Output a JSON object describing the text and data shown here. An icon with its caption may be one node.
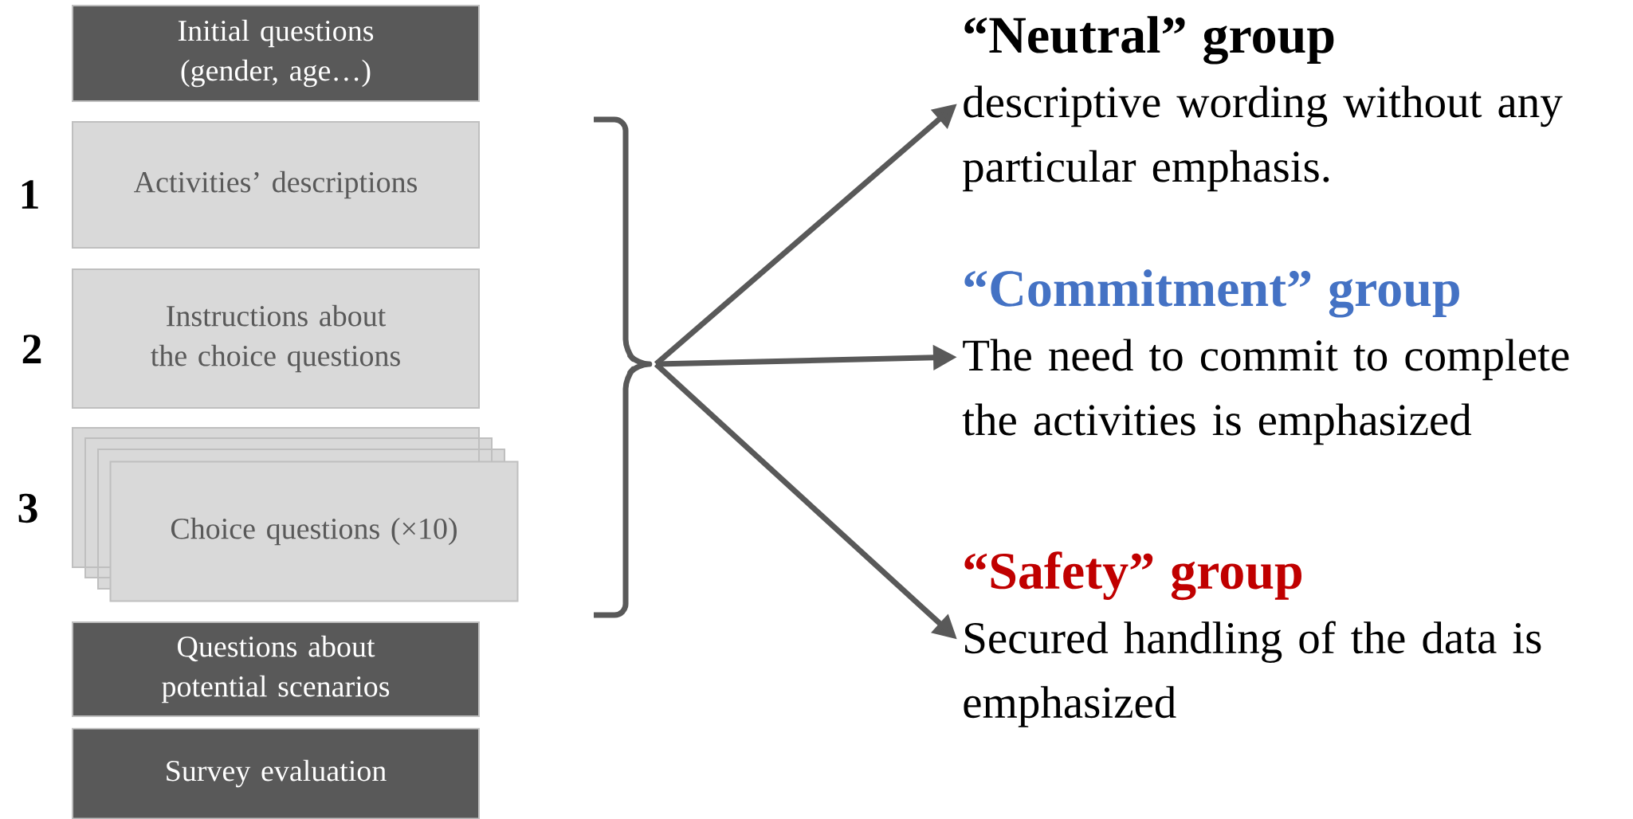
{
  "diagram": {
    "nodes": [
      {
        "text": [
          "Initial questions (gender, age…)"
        ]
      },
      {
        "text": [
          "Activities’ descriptions"
        ]
      },
      {
        "text": [
          "Instructions about the choice questions"
        ]
      },
      {
        "text": [
          "Choice questions (×10)"
        ]
      },
      {
        "text": [
          "Questions about potential scenarios"
        ]
      },
      {
        "text": [
          "Survey evaluation"
        ]
      },
      {
        "text": [
          "“Neutral” group",
          "descriptive wording without any particular emphasis."
        ]
      },
      {
        "text": [
          "“Commitment” group",
          "The need to commit to complete the activities is emphasized"
        ]
      },
      {
        "text": [
          "“Safety” group",
          "Secured handling of the data is emphasized"
        ]
      },
      {
        "text": [],
        "shape": "bracket"
      }
    ],
    "edges": [
      {
        "from": 9,
        "to": 6,
        "arrow": "to"
      },
      {
        "from": 9,
        "to": 7,
        "arrow": "to"
      },
      {
        "from": 9,
        "to": 8,
        "arrow": "to"
      }
    ],
    "labels": [
      "1",
      "2",
      "3"
    ]
  }
}
